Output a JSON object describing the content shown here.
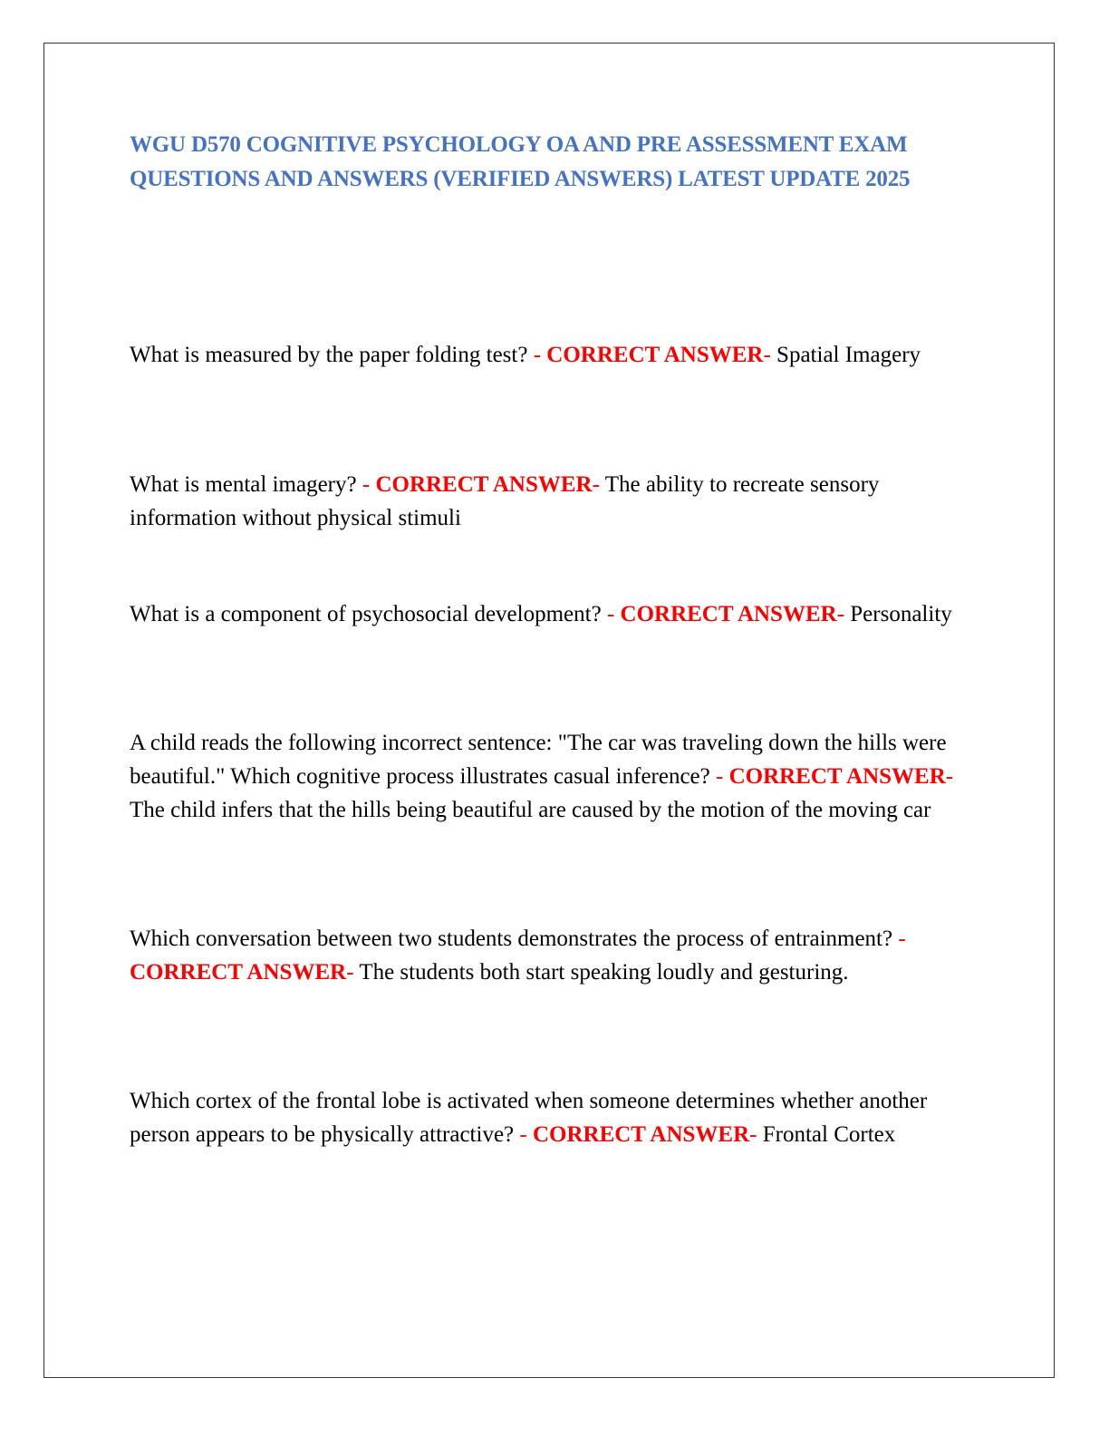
{
  "document": {
    "title": "WGU D570 COGNITIVE PSYCHOLOGY OA AND PRE ASSESSMENT EXAM QUESTIONS AND ANSWERS (VERIFIED ANSWERS) LATEST UPDATE 2025",
    "answer_separator": "- ",
    "answer_label": "CORRECT ANSWER",
    "answer_trailer": "- ",
    "items": [
      {
        "question": "What is measured by the paper folding test? ",
        "answer": "Spatial Imagery"
      },
      {
        "question": "What is mental imagery? ",
        "answer": "The ability to recreate sensory information without physical stimuli"
      },
      {
        "question": "What is a component of psychosocial development? ",
        "answer": "Personality"
      },
      {
        "question": "A child reads the following incorrect sentence: \"The car was traveling down the hills were beautiful.\" Which cognitive process illustrates casual inference? ",
        "answer": "The child infers that the hills being beautiful are caused by the motion of the moving car"
      },
      {
        "question": "Which conversation between two students demonstrates the process of entrainment? ",
        "answer": "The students both start speaking loudly and gesturing."
      },
      {
        "question": "Which cortex of the frontal lobe is activated when someone determines whether another person appears to be physically attractive? ",
        "answer": "Frontal Cortex"
      }
    ]
  },
  "colors": {
    "title": "#4472c4",
    "answer_label": "#ff0000",
    "body_text": "#000000",
    "border": "#333333"
  }
}
